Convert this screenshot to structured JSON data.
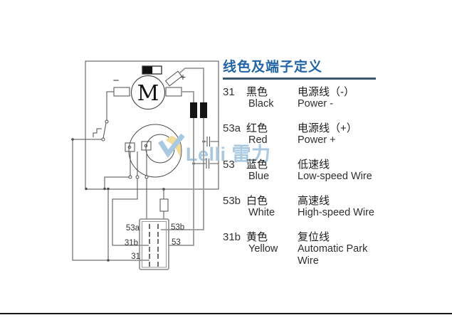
{
  "theme": {
    "title": "#2264a6",
    "underline": "#3a566b",
    "line": "#4d4d4d",
    "gray_wire": "#9a9a9a",
    "watermark_blue": "#a9c8e2",
    "watermark_yellow": "#f2dc9a"
  },
  "watermark": {
    "text": "Lelli 雷力"
  },
  "legend": {
    "title": "线色及端子定义",
    "rows": [
      {
        "terminal": "31",
        "color_zh": "黑色",
        "color_en": "Black",
        "function_zh": "电源线（-）",
        "function_en": "Power -"
      },
      {
        "terminal": "53a",
        "color_zh": "红色",
        "color_en": "Red",
        "function_zh": "电源线（+）",
        "function_en": "Power +"
      },
      {
        "terminal": "53",
        "color_zh": "蓝色",
        "color_en": "Blue",
        "function_zh": "低速线",
        "function_en": "Low-speed Wire"
      },
      {
        "terminal": "53b",
        "color_zh": "白色",
        "color_en": "White",
        "function_zh": "高速线",
        "function_en": "High-speed Wire"
      },
      {
        "terminal": "31b",
        "color_zh": "黄色",
        "color_en": "Yellow",
        "function_zh": "复位线",
        "function_en": "Automatic Park Wire"
      }
    ]
  },
  "diagram": {
    "motor_label": "M",
    "plus_label": "+",
    "minus_label": "−",
    "connector_labels": {
      "top_left": "53a",
      "top_right": "53b",
      "mid_left": "31b",
      "mid_right": "53",
      "bottom_left": "31"
    }
  }
}
